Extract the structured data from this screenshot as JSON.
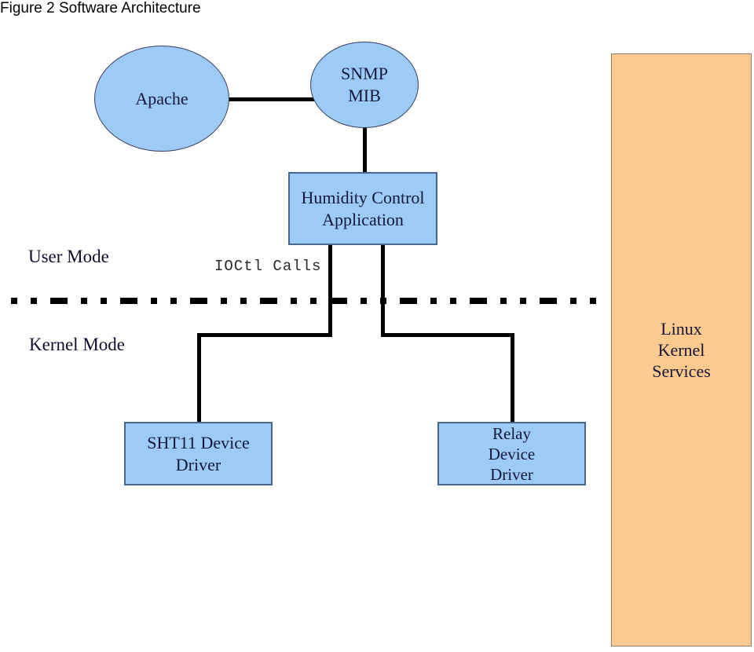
{
  "title": "Figure 2 Software Architecture",
  "labels": {
    "user_mode": "User Mode",
    "kernel_mode": "Kernel Mode",
    "ioctl_calls": "IOCtl Calls"
  },
  "nodes": {
    "apache": {
      "label": "Apache",
      "shape": "ellipse",
      "fill": "#9CCBF8"
    },
    "snmp_mib": {
      "label": "SNMP\nMIB",
      "shape": "ellipse",
      "fill": "#9CCBF8"
    },
    "humidity_app": {
      "label": "Humidity Control\nApplication",
      "shape": "rect",
      "fill": "#9CCBF8"
    },
    "sht11_driver": {
      "label": "SHT11 Device\nDriver",
      "shape": "rect",
      "fill": "#9CCBF8"
    },
    "relay_driver": {
      "label": "Relay\nDevice\nDriver",
      "shape": "rect",
      "fill": "#9CCBF8"
    },
    "linux_kernel": {
      "label": "Linux\nKernel\nServices",
      "shape": "rect",
      "fill": "#FCC98F"
    }
  },
  "edges": [
    {
      "from": "apache",
      "to": "snmp_mib"
    },
    {
      "from": "snmp_mib",
      "to": "humidity_app"
    },
    {
      "from": "humidity_app",
      "to": "sht11_driver",
      "via": "ioctl_calls"
    },
    {
      "from": "humidity_app",
      "to": "relay_driver",
      "via": "ioctl_calls"
    }
  ],
  "colors": {
    "node_fill_blue": "#9CCBF8",
    "node_fill_orange": "#FCC98F",
    "connector": "#000000",
    "divider": "#000000"
  }
}
